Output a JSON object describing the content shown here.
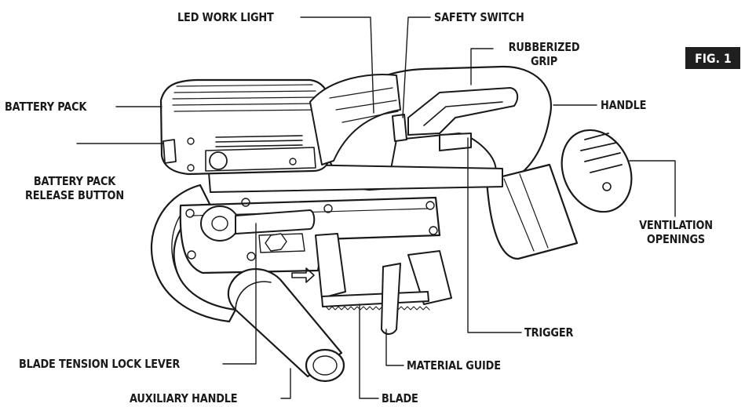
{
  "figure_label": "FIG. 1",
  "labels": {
    "led_work_light": "LED WORK LIGHT",
    "safety_switch": "SAFETY SWITCH",
    "rubberized_grip_line1": "RUBBERIZED",
    "rubberized_grip_line2": "GRIP",
    "battery_pack": "BATTERY PACK",
    "handle": "HANDLE",
    "battery_release_line1": "BATTERY PACK",
    "battery_release_line2": "RELEASE BUTTON",
    "ventilation_line1": "VENTILATION",
    "ventilation_line2": "OPENINGS",
    "trigger": "TRIGGER",
    "blade_tension_lock_lever": "BLADE TENSION LOCK LEVER",
    "material_guide": "MATERIAL GUIDE",
    "auxiliary_handle": "AUXILIARY HANDLE",
    "blade": "BLADE"
  }
}
